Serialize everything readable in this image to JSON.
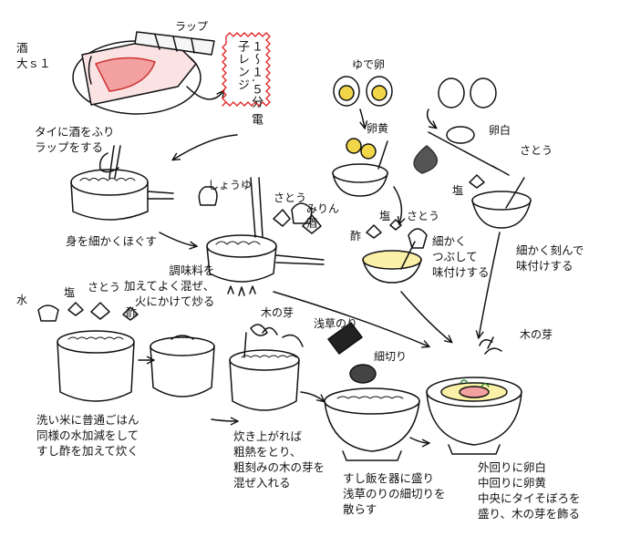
{
  "colors": {
    "ink": "#111111",
    "tint": "#f3a0a0",
    "yellow": "#f2d64a",
    "green": "#3a8a3a",
    "tag_edge": "#e02020"
  },
  "step1": {
    "label_sake": "酒\n大ｓ１",
    "label_wrap": "ラップ",
    "microwave_tag": "１〜１.５分\n電子レンジ",
    "caption": "タイに酒をふり\nラップをする"
  },
  "step2": {
    "caption": "身を細かくほぐす"
  },
  "step3": {
    "label_shoyu": "しょうゆ",
    "label_sato": "さとう",
    "label_mirin": "みりん",
    "label_sake": "酒",
    "caption": "調味料を\n加えてよく混ぜ、\n火にかけて炒る"
  },
  "egg": {
    "boiled_label": "ゆで卵",
    "yolk_label": "卵黄",
    "white_label": "卵白",
    "yolk_vinegar": "酢",
    "yolk_salt": "塩",
    "yolk_sato": "さとう",
    "yolk_caption": "細かく\nつぶして\n味付けする",
    "white_salt": "塩",
    "white_sato": "さとう",
    "white_caption": "細かく刻んで\n味付けする"
  },
  "rice": {
    "label_water": "水",
    "label_salt": "塩",
    "label_sato": "さとう",
    "label_vinegar": "酢",
    "caption": "洗い米に普通ごはん\n同様の水加減をして\nすし酢を加えて炊く"
  },
  "mix": {
    "label_kinome": "木の芽",
    "caption": "炊き上がれば\n粗熱をとり、\n粗刻みの木の芽を\n混ぜ入れる"
  },
  "serve": {
    "label_nori": "浅草のり",
    "label_cut": "細切り",
    "caption": "すし飯を器に盛り\n浅草のりの細切りを\n散らす"
  },
  "final": {
    "label_kinome": "木の芽",
    "caption": "外回りに卵白\n中回りに卵黄\n中央にタイそぼろを\n盛り、木の芽を飾る"
  }
}
